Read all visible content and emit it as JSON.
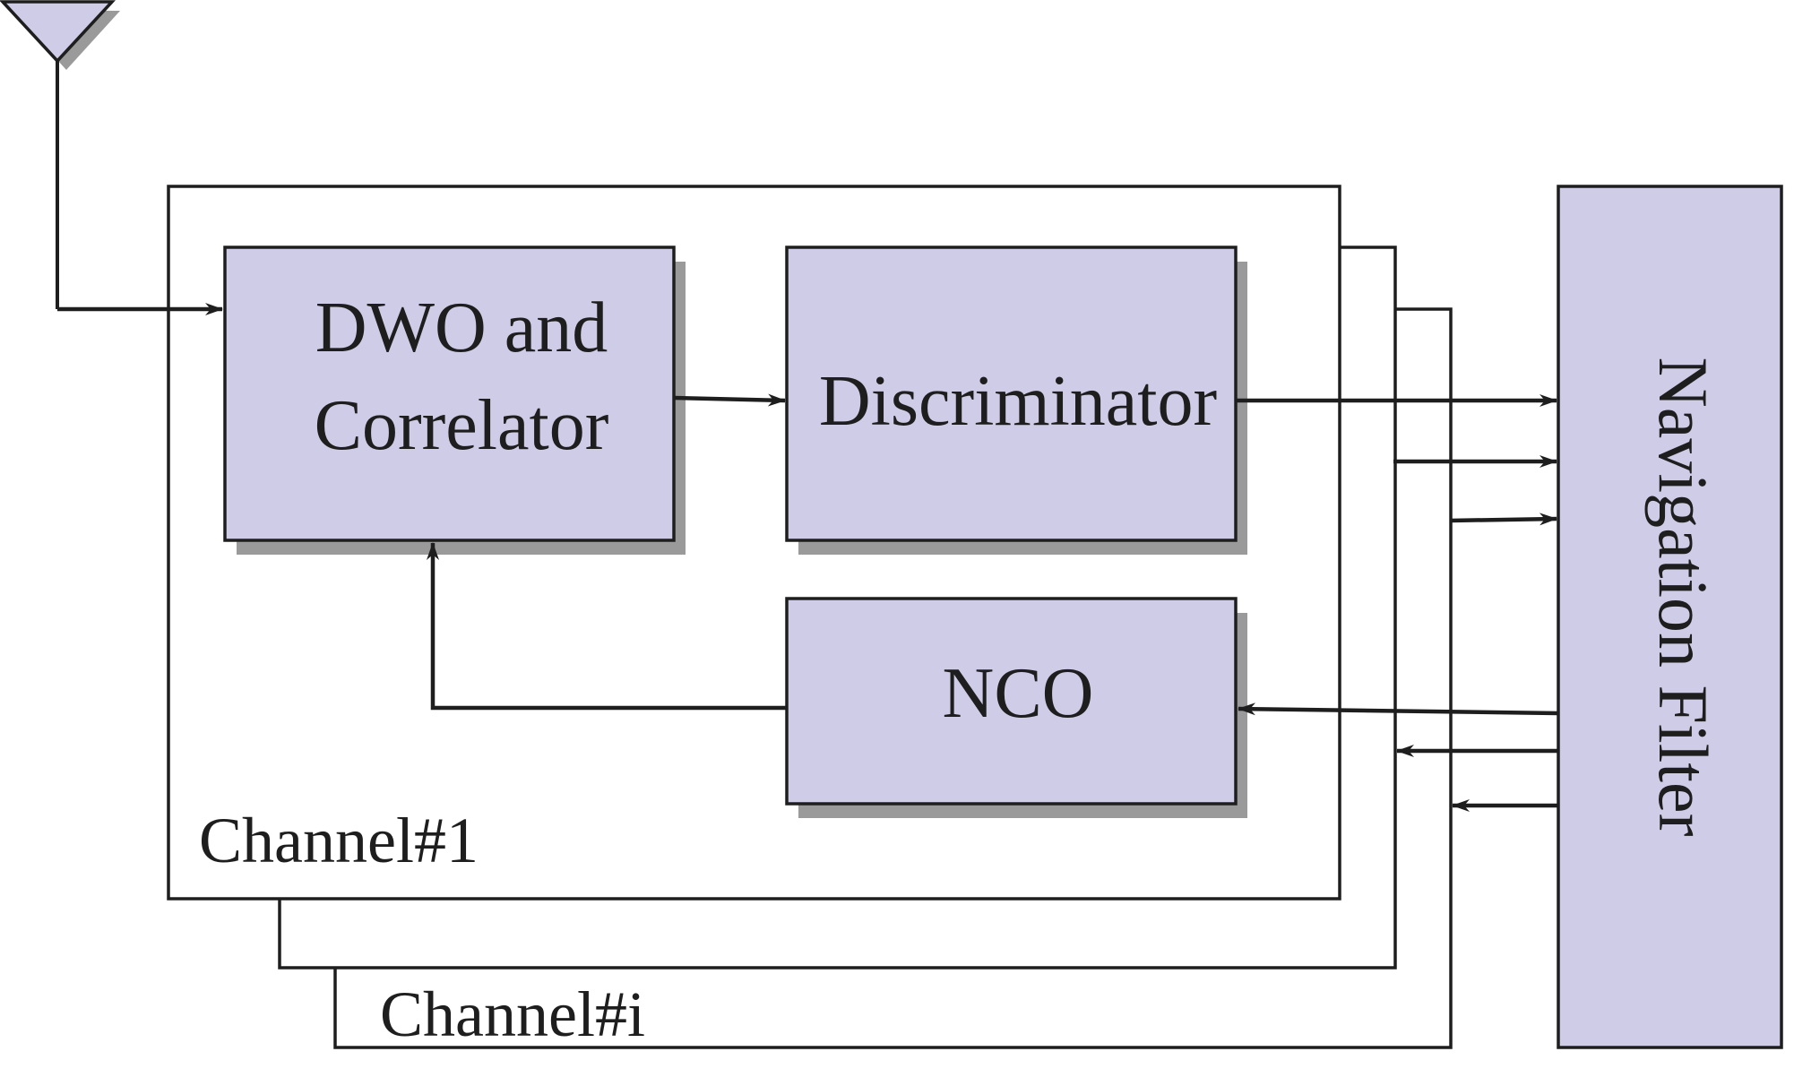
{
  "diagram": {
    "colors": {
      "block_fill": "#cfcce7",
      "stroke": "#1e1e1e",
      "shadow": "#9a9a9a",
      "background": "#ffffff"
    },
    "antenna": {
      "icon": "antenna-icon"
    },
    "blocks": {
      "dwo_line1": "DWO and",
      "dwo_line2": "Correlator",
      "discriminator": "Discriminator",
      "nco": "NCO",
      "navigation_filter": "Navigation Filter"
    },
    "channels": {
      "first": "Channel#1",
      "last": "Channel#i"
    }
  }
}
